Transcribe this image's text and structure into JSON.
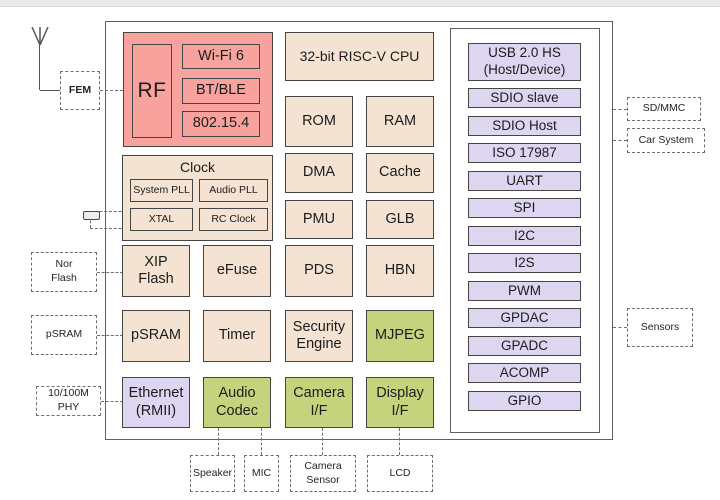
{
  "colors": {
    "pink": "#f7a29d",
    "tan": "#f4e2d2",
    "purple": "#ded5f1",
    "green": "#c6d37d",
    "chip_outline": "#606060",
    "block_border": "#454545",
    "dashed_border": "#6e6e6e",
    "text": "#1c1c1c"
  },
  "chip": {
    "radio": {
      "rf": "RF",
      "wifi": "Wi-Fi 6",
      "bt_ble": "BT/BLE",
      "zigbee": "802.15.4"
    },
    "clock": {
      "title": "Clock",
      "system_pll": "System PLL",
      "audio_pll": "Audio PLL",
      "xtal": "XTAL",
      "rc_clock": "RC Clock"
    },
    "cpu": "32-bit RISC-V CPU",
    "rom": "ROM",
    "ram": "RAM",
    "dma": "DMA",
    "cache": "Cache",
    "pmu": "PMU",
    "glb": "GLB",
    "xip_flash_l1": "XIP",
    "xip_flash_l2": "Flash",
    "efuse": "eFuse",
    "pds": "PDS",
    "hbn": "HBN",
    "psram": "pSRAM",
    "timer": "Timer",
    "security_l1": "Security",
    "security_l2": "Engine",
    "mjpeg": "MJPEG",
    "ethernet_l1": "Ethernet",
    "ethernet_l2": "(RMII)",
    "audio_codec_l1": "Audio",
    "audio_codec_l2": "Codec",
    "camera_if_l1": "Camera",
    "camera_if_l2": "I/F",
    "display_if_l1": "Display",
    "display_if_l2": "I/F"
  },
  "peripherals": {
    "usb_l1": "USB 2.0 HS",
    "usb_l2": "(Host/Device)",
    "items": [
      "SDIO slave",
      "SDIO Host",
      "ISO 17987",
      "UART",
      "SPI",
      "I2C",
      "I2S",
      "PWM",
      "GPDAC",
      "GPADC",
      "ACOMP",
      "GPIO"
    ]
  },
  "externals": {
    "fem": "FEM",
    "nor_flash_l1": "Nor",
    "nor_flash_l2": "Flash",
    "psram": "pSRAM",
    "phy_l1": "10/100M",
    "phy_l2": "PHY",
    "sd_mmc": "SD/MMC",
    "car_system": "Car System",
    "sensors": "Sensors",
    "speaker": "Speaker",
    "mic": "MIC",
    "camera_sensor_l1": "Camera",
    "camera_sensor_l2": "Sensor",
    "lcd": "LCD"
  }
}
